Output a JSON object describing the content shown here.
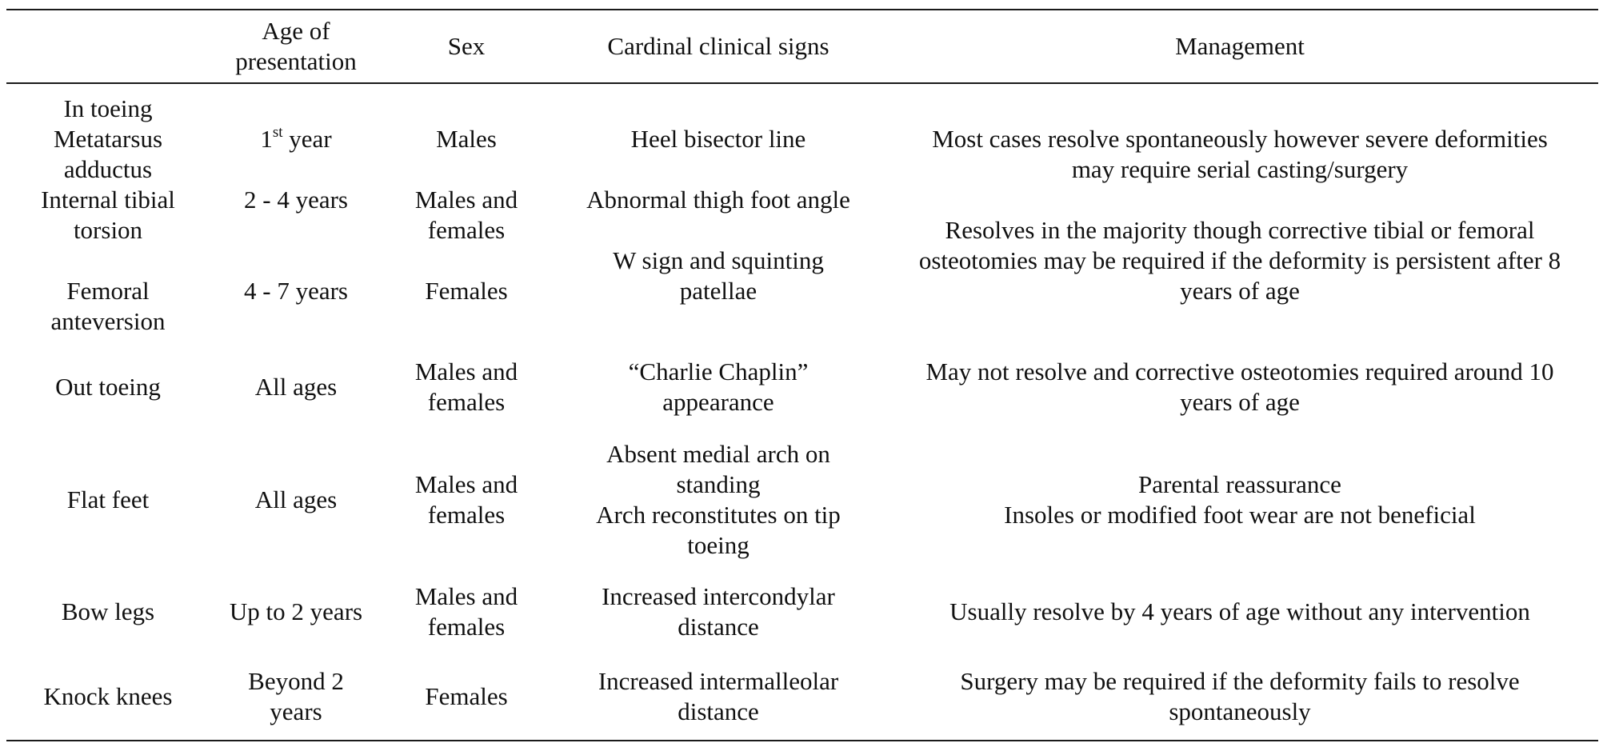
{
  "headers": {
    "condition": "",
    "age": [
      "Age of",
      "presentation"
    ],
    "sex": "Sex",
    "signs": "Cardinal clinical signs",
    "management": "Management"
  },
  "rows": {
    "in_toeing": {
      "label": "In toeing"
    },
    "metatarsus": {
      "condition": [
        "Metatarsus",
        "adductus"
      ],
      "age_main": "1",
      "age_sup": "st",
      "age_rest": " year",
      "sex": "Males",
      "signs": "Heel bisector line",
      "management": [
        "Most cases resolve spontaneously however severe deformities",
        "may require serial casting/surgery"
      ]
    },
    "tibial": {
      "condition": [
        "Internal tibial",
        "torsion"
      ],
      "age": "2 - 4 years",
      "sex": [
        "Males and",
        "females"
      ],
      "signs": "Abnormal thigh foot angle"
    },
    "femoral": {
      "condition": [
        "Femoral",
        "anteversion"
      ],
      "age": "4 - 7 years",
      "sex": "Females",
      "signs": [
        "W sign and squinting",
        "patellae"
      ]
    },
    "tibial_femoral_management": [
      "Resolves in the majority though corrective tibial or femoral",
      "osteotomies may be required if the deformity is persistent after 8",
      "years of age"
    ],
    "out_toeing": {
      "condition": "Out toeing",
      "age": "All ages",
      "sex": [
        "Males and",
        "females"
      ],
      "signs": [
        "“Charlie Chaplin”",
        "appearance"
      ],
      "management": [
        "May not resolve and corrective osteotomies required around 10",
        "years of age"
      ]
    },
    "flat_feet": {
      "condition": "Flat feet",
      "age": "All ages",
      "sex": [
        "Males and",
        "females"
      ],
      "signs": [
        "Absent medial arch on",
        "standing",
        "Arch reconstitutes on tip",
        "toeing"
      ],
      "management": [
        "Parental reassurance",
        "Insoles or modified foot wear are not beneficial"
      ]
    },
    "bow_legs": {
      "condition": "Bow legs",
      "age": "Up to 2 years",
      "sex": [
        "Males and",
        "females"
      ],
      "signs": [
        "Increased intercondylar",
        "distance"
      ],
      "management": "Usually resolve by 4 years of age without any intervention"
    },
    "knock_knees": {
      "condition": "Knock knees",
      "age": [
        "Beyond 2",
        "years"
      ],
      "sex": "Females",
      "signs": [
        "Increased intermalleolar",
        "distance"
      ],
      "management": [
        "Surgery may be required if the deformity fails to resolve",
        "spontaneously"
      ]
    }
  }
}
